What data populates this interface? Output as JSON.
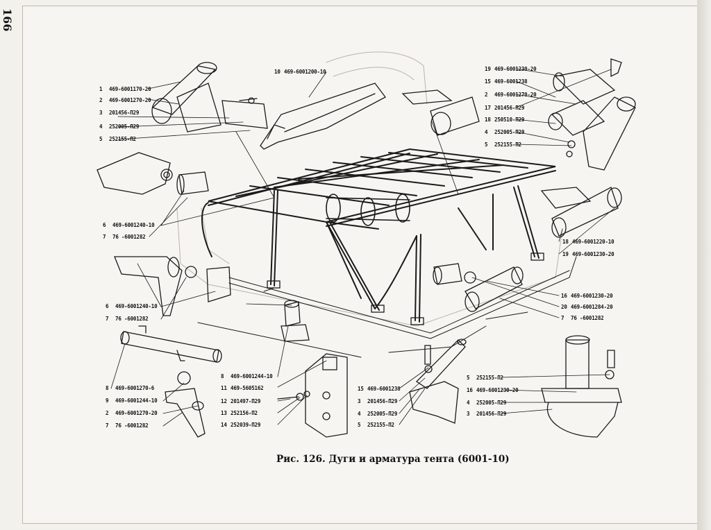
{
  "page_number": "166",
  "caption": "Рис. 126. Дуги и арматура тента (6001-10)",
  "callouts": [
    {
      "id": "c1",
      "num": "1",
      "code": "469-6001170-20"
    },
    {
      "id": "c2",
      "num": "2",
      "code": "469-6001270-20"
    },
    {
      "id": "c3",
      "num": "3",
      "code": "201456-П29"
    },
    {
      "id": "c4",
      "num": "4",
      "code": "252005-П29"
    },
    {
      "id": "c5",
      "num": "5",
      "code": "252155-П2"
    },
    {
      "id": "c6",
      "num": "6",
      "code": "469-6001240-10"
    },
    {
      "id": "c7",
      "num": "7",
      "code": "76 -6001282"
    },
    {
      "id": "c8",
      "num": "6",
      "code": "469-6001240-10"
    },
    {
      "id": "c9",
      "num": "7",
      "code": "76 -6001282"
    },
    {
      "id": "c10",
      "num": "8",
      "code": "469-6001270-6"
    },
    {
      "id": "c11",
      "num": "9",
      "code": "469-6001244-10"
    },
    {
      "id": "c12",
      "num": "2",
      "code": "469-6001270-20"
    },
    {
      "id": "c13",
      "num": "7",
      "code": "76 -6001282"
    },
    {
      "id": "c14",
      "num": "8",
      "code": "469-6001244-10"
    },
    {
      "id": "c15",
      "num": "11",
      "code": "469-5605162"
    },
    {
      "id": "c16",
      "num": "12",
      "code": "201497-П29"
    },
    {
      "id": "c17",
      "num": "13",
      "code": "252156-П2"
    },
    {
      "id": "c18",
      "num": "14",
      "code": "252039-П29"
    },
    {
      "id": "c19",
      "num": "15",
      "code": "469-6001238"
    },
    {
      "id": "c20",
      "num": "3",
      "code": "201456-П29"
    },
    {
      "id": "c21",
      "num": "4",
      "code": "252005-П29"
    },
    {
      "id": "c22",
      "num": "5",
      "code": "252155-П2"
    },
    {
      "id": "c23",
      "num": "10",
      "code": "469-6001200-10"
    },
    {
      "id": "c24",
      "num": "19",
      "code": "469-6001230-20"
    },
    {
      "id": "c25",
      "num": "15",
      "code": "469-6001238"
    },
    {
      "id": "c26",
      "num": "2",
      "code": "469-6001270-20"
    },
    {
      "id": "c27",
      "num": "17",
      "code": "201456-П29"
    },
    {
      "id": "c28",
      "num": "18",
      "code": "250510-П29"
    },
    {
      "id": "c29",
      "num": "4",
      "code": "252005-П29"
    },
    {
      "id": "c30",
      "num": "5",
      "code": "252155-П2"
    },
    {
      "id": "c31",
      "num": "18",
      "code": "469-6001220-10"
    },
    {
      "id": "c32",
      "num": "19",
      "code": "469-6001230-20"
    },
    {
      "id": "c33",
      "num": "16",
      "code": "469-6001230-20"
    },
    {
      "id": "c34",
      "num": "20",
      "code": "469-6001284-20"
    },
    {
      "id": "c35",
      "num": "7",
      "code": "76 -6001282"
    },
    {
      "id": "c36",
      "num": "5",
      "code": "252155-П2"
    },
    {
      "id": "c37",
      "num": "16",
      "code": "469-6001230-20"
    },
    {
      "id": "c38",
      "num": "4",
      "code": "252005-П29"
    },
    {
      "id": "c39",
      "num": "3",
      "code": "201456-П29"
    }
  ]
}
